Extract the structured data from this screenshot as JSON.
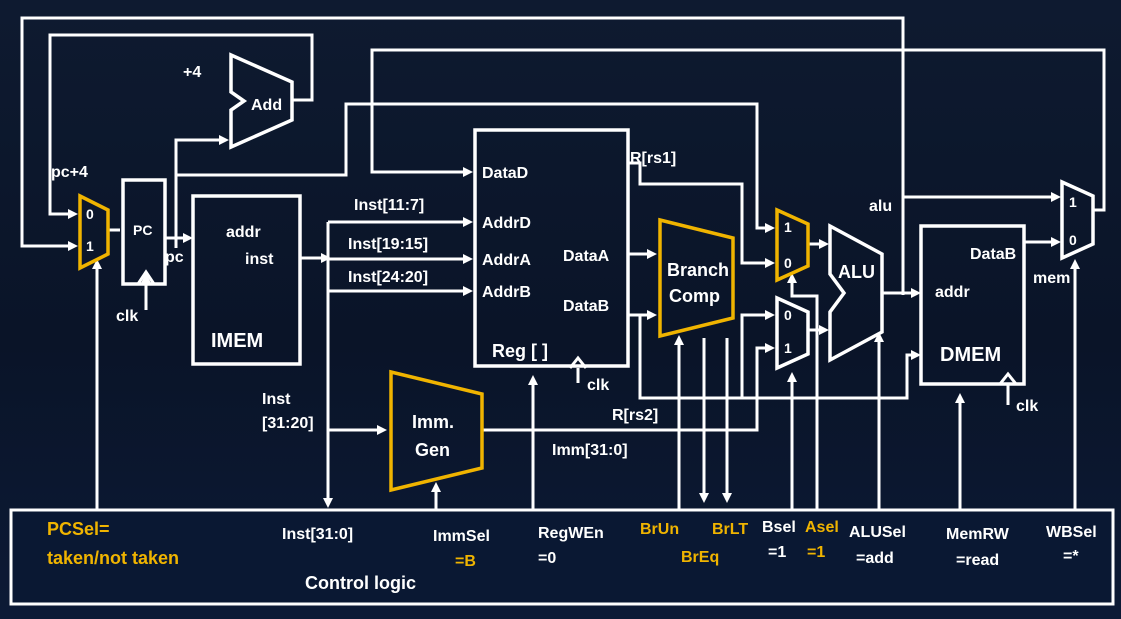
{
  "colors": {
    "background": "#0a1428",
    "wire": "#ffffff",
    "highlight": "#f0b400"
  },
  "blocks": {
    "adder": "Add",
    "plus4": "+4",
    "pc": "PC",
    "imem_title": "IMEM",
    "imem_addr": "addr",
    "imem_inst": "inst",
    "reg_title": "Reg [ ]",
    "reg_datad": "DataD",
    "reg_addrd": "AddrD",
    "reg_addra": "AddrA",
    "reg_addrb": "AddrB",
    "reg_dataa": "DataA",
    "reg_datab": "DataB",
    "branch_line1": "Branch",
    "branch_line2": "Comp",
    "immgen_line1": "Imm.",
    "immgen_line2": "Gen",
    "alu": "ALU",
    "dmem_title": "DMEM",
    "dmem_addr": "addr",
    "dmem_datab": "DataB"
  },
  "mux": {
    "one": "1",
    "zero": "0"
  },
  "signals": {
    "pc_plus4": "pc+4",
    "pc": "pc",
    "clk": "clk",
    "inst_11_7": "Inst[11:7]",
    "inst_19_15": "Inst[19:15]",
    "inst_24_20": "Inst[24:20]",
    "inst_31_20_a": "Inst",
    "inst_31_20_b": "[31:20]",
    "rs1": "R[rs1]",
    "rs2": "R[rs2]",
    "imm": "Imm[31:0]",
    "alu": "alu",
    "mem": "mem"
  },
  "control": {
    "title": "Control logic",
    "pcsel_a": "PCSel=",
    "pcsel_b": "taken/not taken",
    "inst": "Inst[31:0]",
    "immsel_a": "ImmSel",
    "immsel_b": "=B",
    "regwen_a": "RegWEn",
    "regwen_b": "=0",
    "brun": "BrUn",
    "brlt": "BrLT",
    "breq": "BrEq",
    "bsel_a": "Bsel",
    "bsel_b": "=1",
    "asel_a": "Asel",
    "asel_b": "=1",
    "alusel_a": "ALUSel",
    "alusel_b": "=add",
    "memrw_a": "MemRW",
    "memrw_b": "=read",
    "wbsel_a": "WBSel",
    "wbsel_b": "=*"
  }
}
